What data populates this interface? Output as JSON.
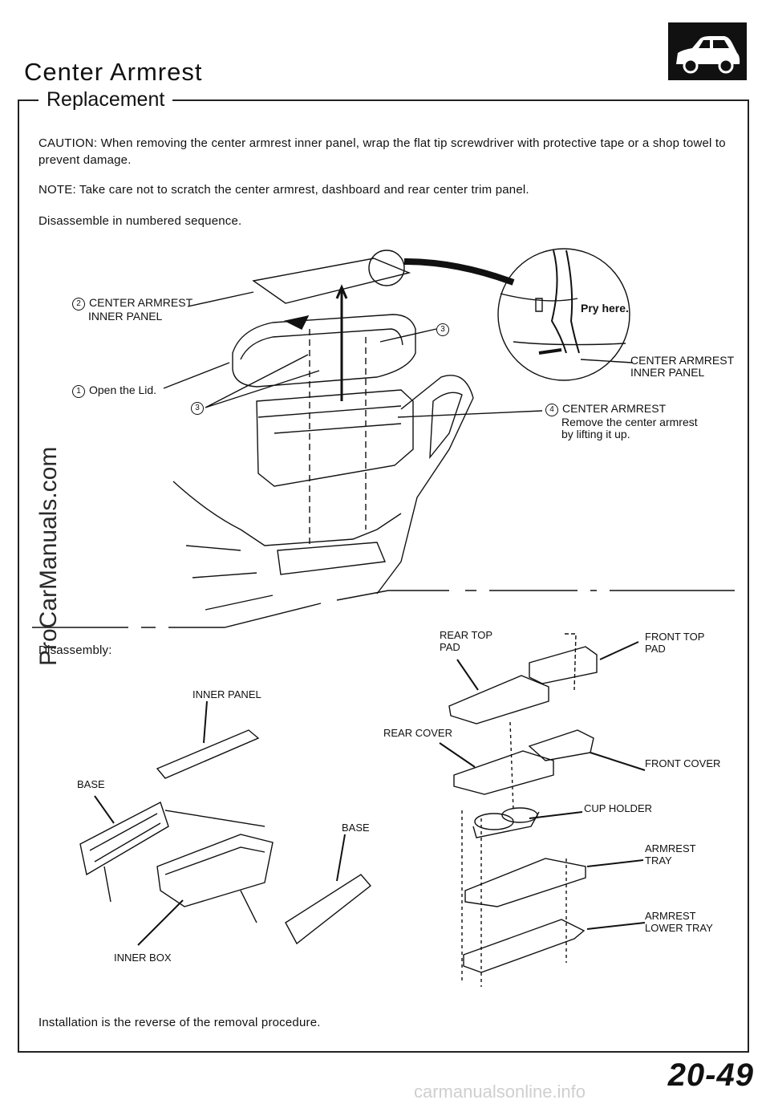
{
  "header": {
    "title": "Center Armrest",
    "section": "Replacement",
    "car_icon": "car-side-icon"
  },
  "text": {
    "caution": "CAUTION: When removing the center armrest inner panel, wrap the flat tip screwdriver with protective tape or a shop towel to prevent damage.",
    "note": "NOTE: Take care not to scratch the center armrest, dashboard and rear center trim panel.",
    "sequence": "Disassemble in numbered sequence.",
    "disassembly": "Disassembly:",
    "installation": "Installation is the reverse of the removal procedure."
  },
  "removal_callouts": {
    "step2_num": "2",
    "step2_line1": "CENTER ARMREST",
    "step2_line2": "INNER PANEL",
    "step1_num": "1",
    "step1": "Open the Lid.",
    "step3_num": "3",
    "step4_num": "4",
    "step4_line1": "CENTER ARMREST",
    "step4_line2": "Remove the center armrest",
    "step4_line3": "by lifting it up.",
    "detail_pry": "Pry here.",
    "detail_line1": "CENTER ARMREST",
    "detail_line2": "INNER PANEL"
  },
  "disassembly_labels": {
    "inner_panel": "INNER PANEL",
    "base_left": "BASE",
    "base_right": "BASE",
    "inner_box": "INNER BOX",
    "rear_top_pad_1": "REAR TOP",
    "rear_top_pad_2": "PAD",
    "front_top_pad_1": "FRONT TOP",
    "front_top_pad_2": "PAD",
    "rear_cover": "REAR COVER",
    "front_cover": "FRONT COVER",
    "cup_holder": "CUP HOLDER",
    "armrest_tray_1": "ARMREST",
    "armrest_tray_2": "TRAY",
    "armrest_lower_tray_1": "ARMREST",
    "armrest_lower_tray_2": "LOWER TRAY"
  },
  "page": {
    "number": "20-49",
    "watermark": "ProCarManuals.com",
    "footer_watermark": "carmanualsonline.info"
  }
}
